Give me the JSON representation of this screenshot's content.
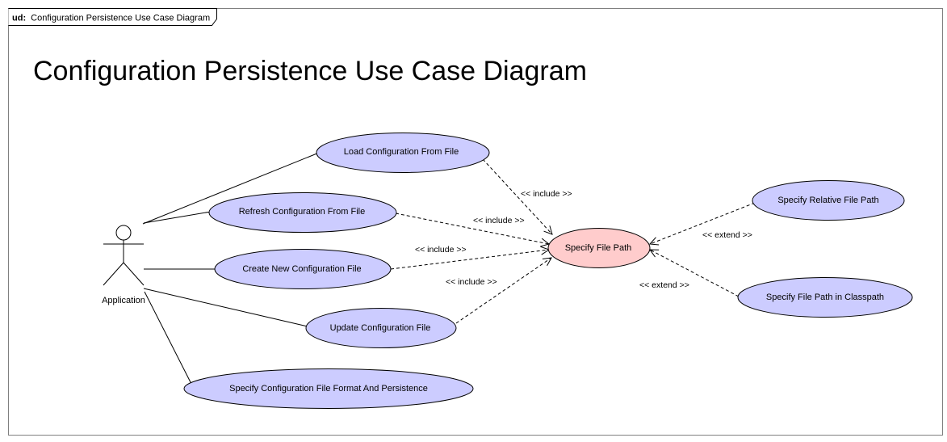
{
  "frame": {
    "tab_kind": "ud:",
    "tab_text": "Configuration Persistence Use Case Diagram"
  },
  "title": "Configuration Persistence Use Case Diagram",
  "actor": {
    "label": "Application"
  },
  "use_cases": {
    "load": "Load Configuration From File",
    "refresh": "Refresh Configuration From File",
    "create": "Create New Configuration File",
    "update": "Update Configuration File",
    "format": "Specify Configuration File Format And Persistence",
    "path": "Specify File Path",
    "relative": "Specify Relative File Path",
    "classpath": "Specify File Path in Classpath"
  },
  "relations": {
    "include_load": "<< include >>",
    "include_refresh": "<< include >>",
    "include_create": "<< include >>",
    "include_update": "<< include >>",
    "extend_relative": "<< extend >>",
    "extend_classpath": "<< extend >>"
  },
  "colors": {
    "use_case_fill": "#ccccff",
    "highlight_fill": "#ffcccc",
    "stroke": "#000000",
    "frame_stroke": "#808080"
  }
}
